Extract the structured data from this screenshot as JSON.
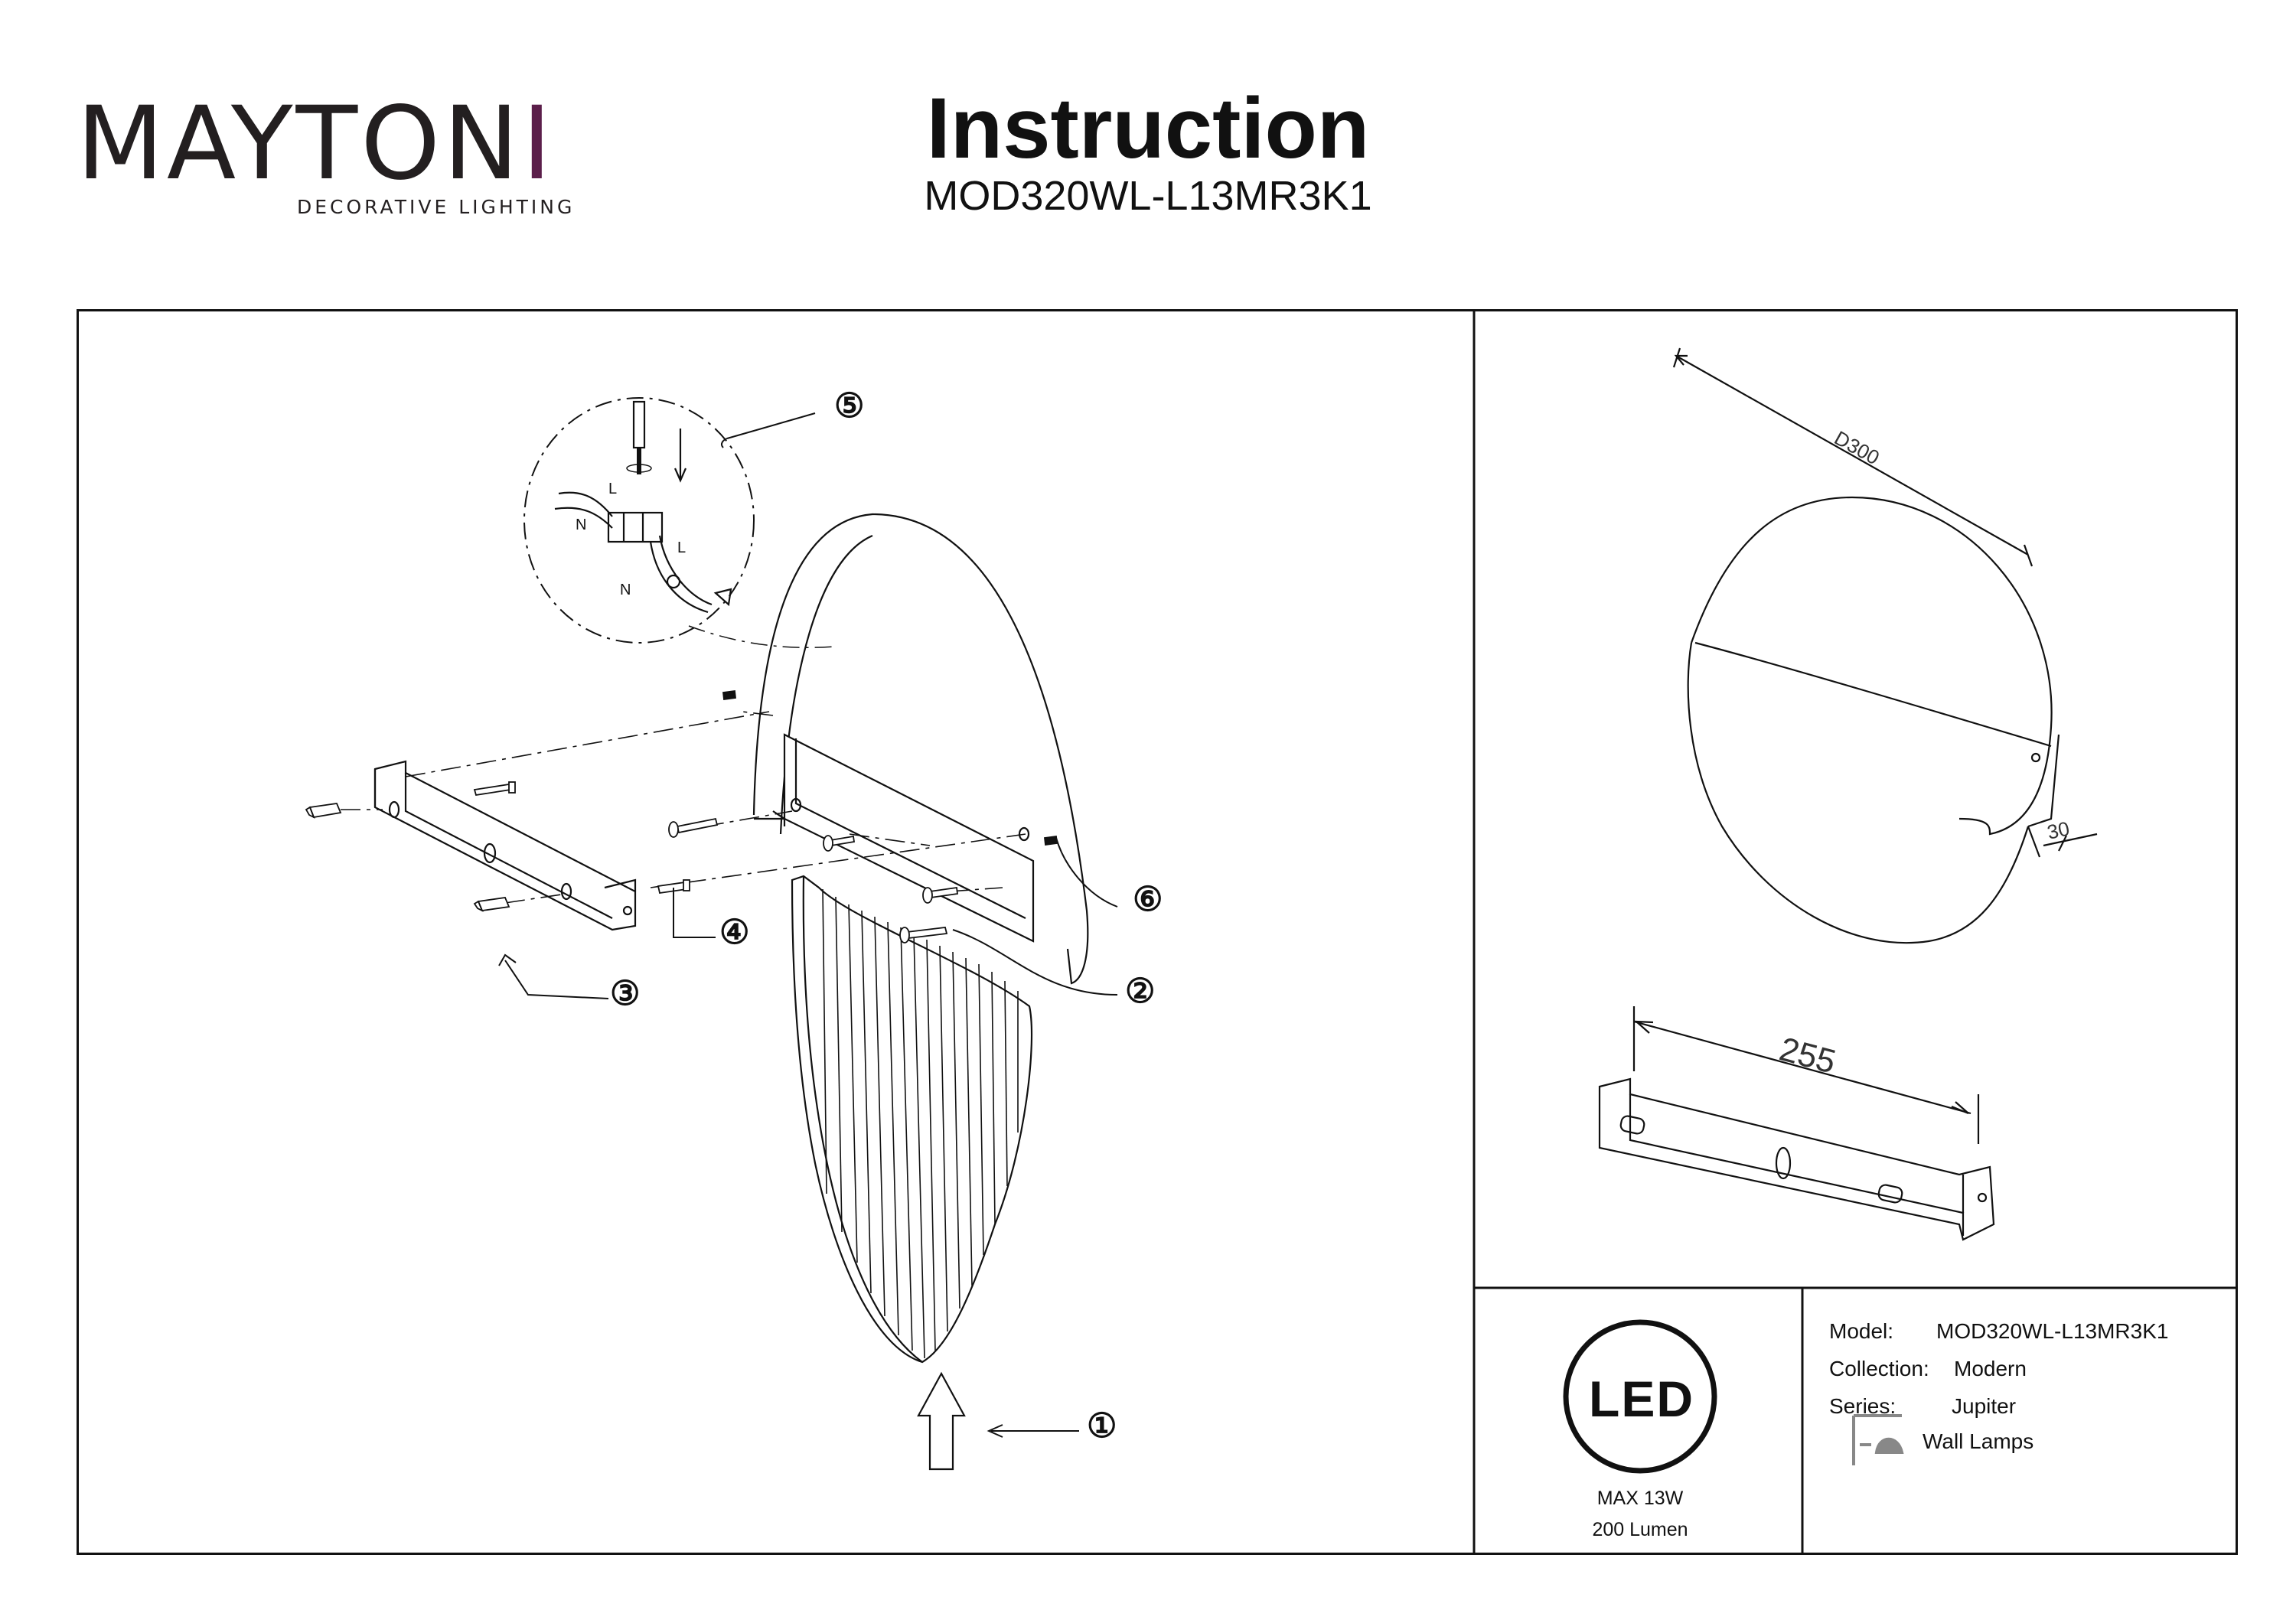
{
  "brand": {
    "name": "MAYTONI",
    "tagline": "DECORATIVE LIGHTING",
    "accent_color": "#5b1e4a"
  },
  "header": {
    "title": "Instruction",
    "model_code": "MOD320WL-L13MR3K1"
  },
  "assembly": {
    "steps": [
      "①",
      "②",
      "③",
      "④",
      "⑤",
      "⑥"
    ],
    "wiring_labels": {
      "live": "L",
      "neutral": "N"
    }
  },
  "dimensions": {
    "diameter": "D300",
    "depth": "30",
    "bracket_length": "255"
  },
  "spec": {
    "led_badge": "LED",
    "power": "MAX 13W",
    "lumen": "200 Lumen",
    "model_label": "Model:",
    "model_value": "MOD320WL-L13MR3K1",
    "collection_label": "Collection:",
    "collection_value": "Modern",
    "series_label": "Series:",
    "series_value": "Jupiter",
    "category_icon": "wall-lamp-icon",
    "category_value": "Wall Lamps"
  }
}
